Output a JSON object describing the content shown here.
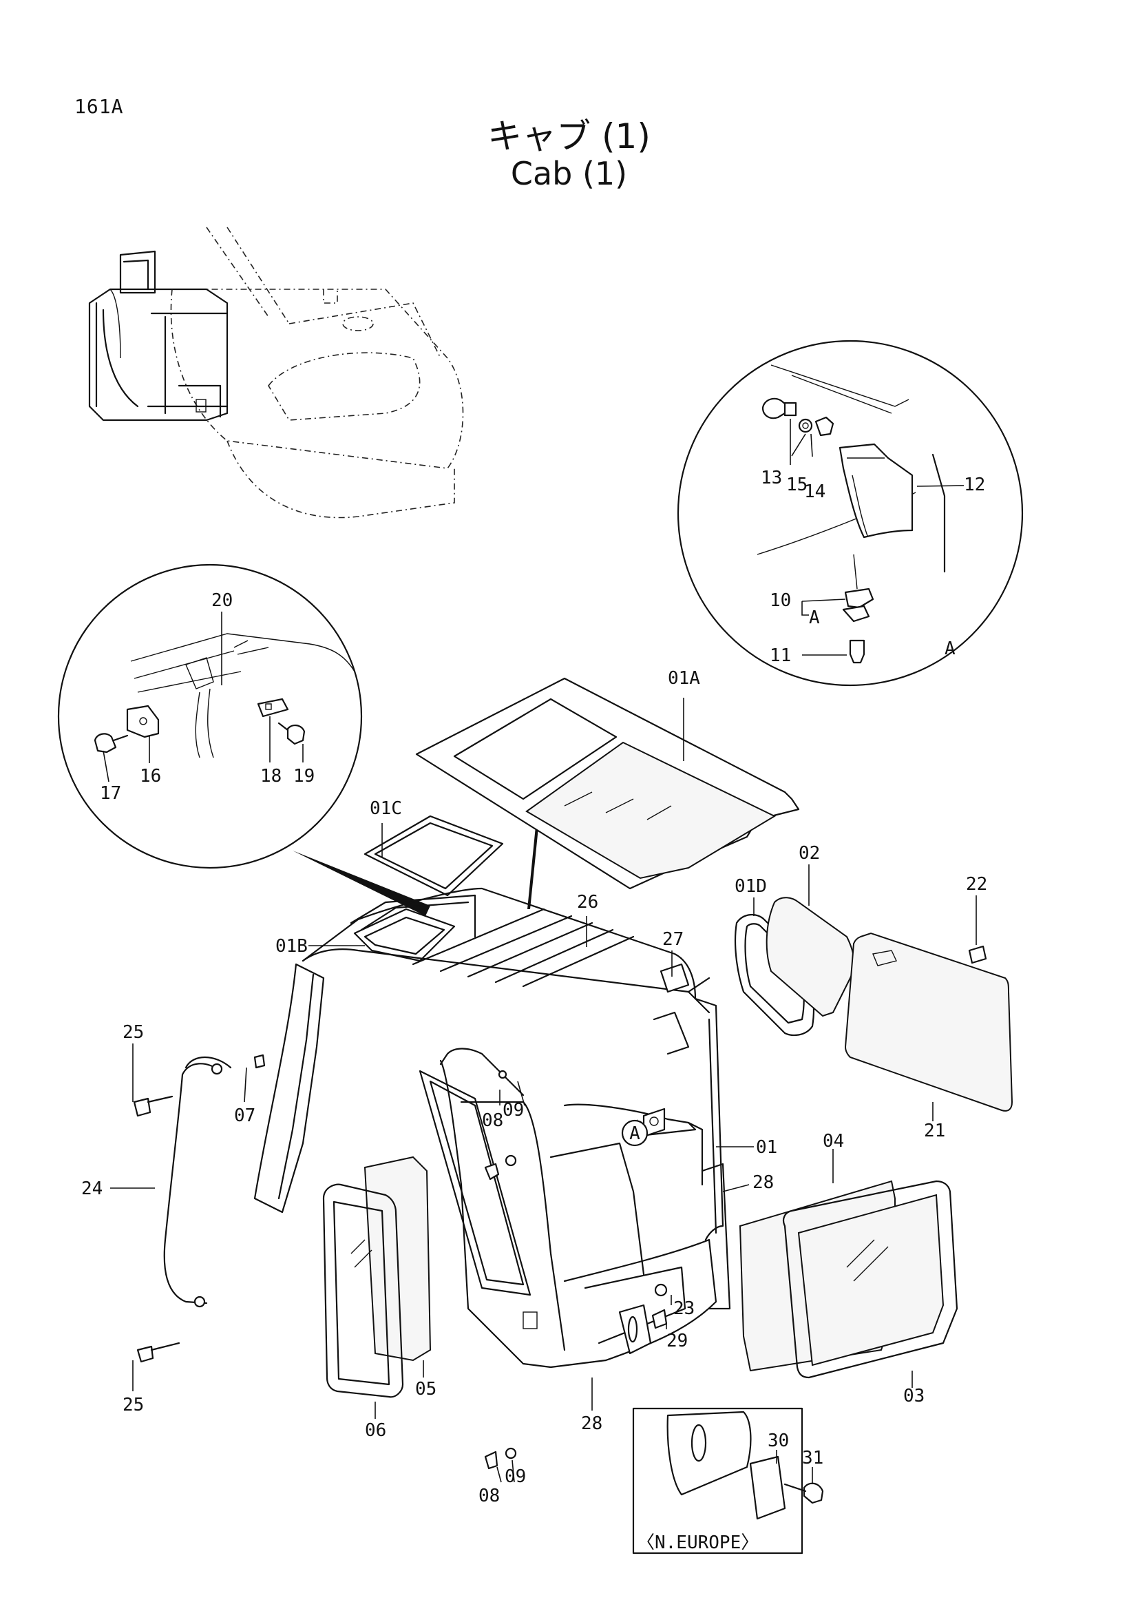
{
  "page_code": "161A",
  "title_jp": "キャブ (1)",
  "title_en": "Cab (1)",
  "detail_marker": "A",
  "region_note": "〈N.EUROPE〉",
  "callouts": {
    "c01": "01",
    "c01A": "01A",
    "c01B": "01B",
    "c01C": "01C",
    "c01D": "01D",
    "c02": "02",
    "c03": "03",
    "c04": "04",
    "c05": "05",
    "c06": "06",
    "c07": "07",
    "c08a": "08",
    "c08b": "08",
    "c09a": "09",
    "c09b": "09",
    "c10": "10",
    "c11": "11",
    "c12": "12",
    "c13": "13",
    "c14": "14",
    "c15": "15",
    "c16": "16",
    "c17": "17",
    "c18": "18",
    "c19": "19",
    "c20": "20",
    "c21": "21",
    "c22": "22",
    "c23": "23",
    "c24": "24",
    "c25a": "25",
    "c25b": "25",
    "c26": "26",
    "c27": "27",
    "c28a": "28",
    "c28b": "28",
    "c29": "29",
    "c30": "30",
    "c31": "31"
  },
  "detail_labels": {
    "a1": "A",
    "a2": "A",
    "a3": "A"
  }
}
